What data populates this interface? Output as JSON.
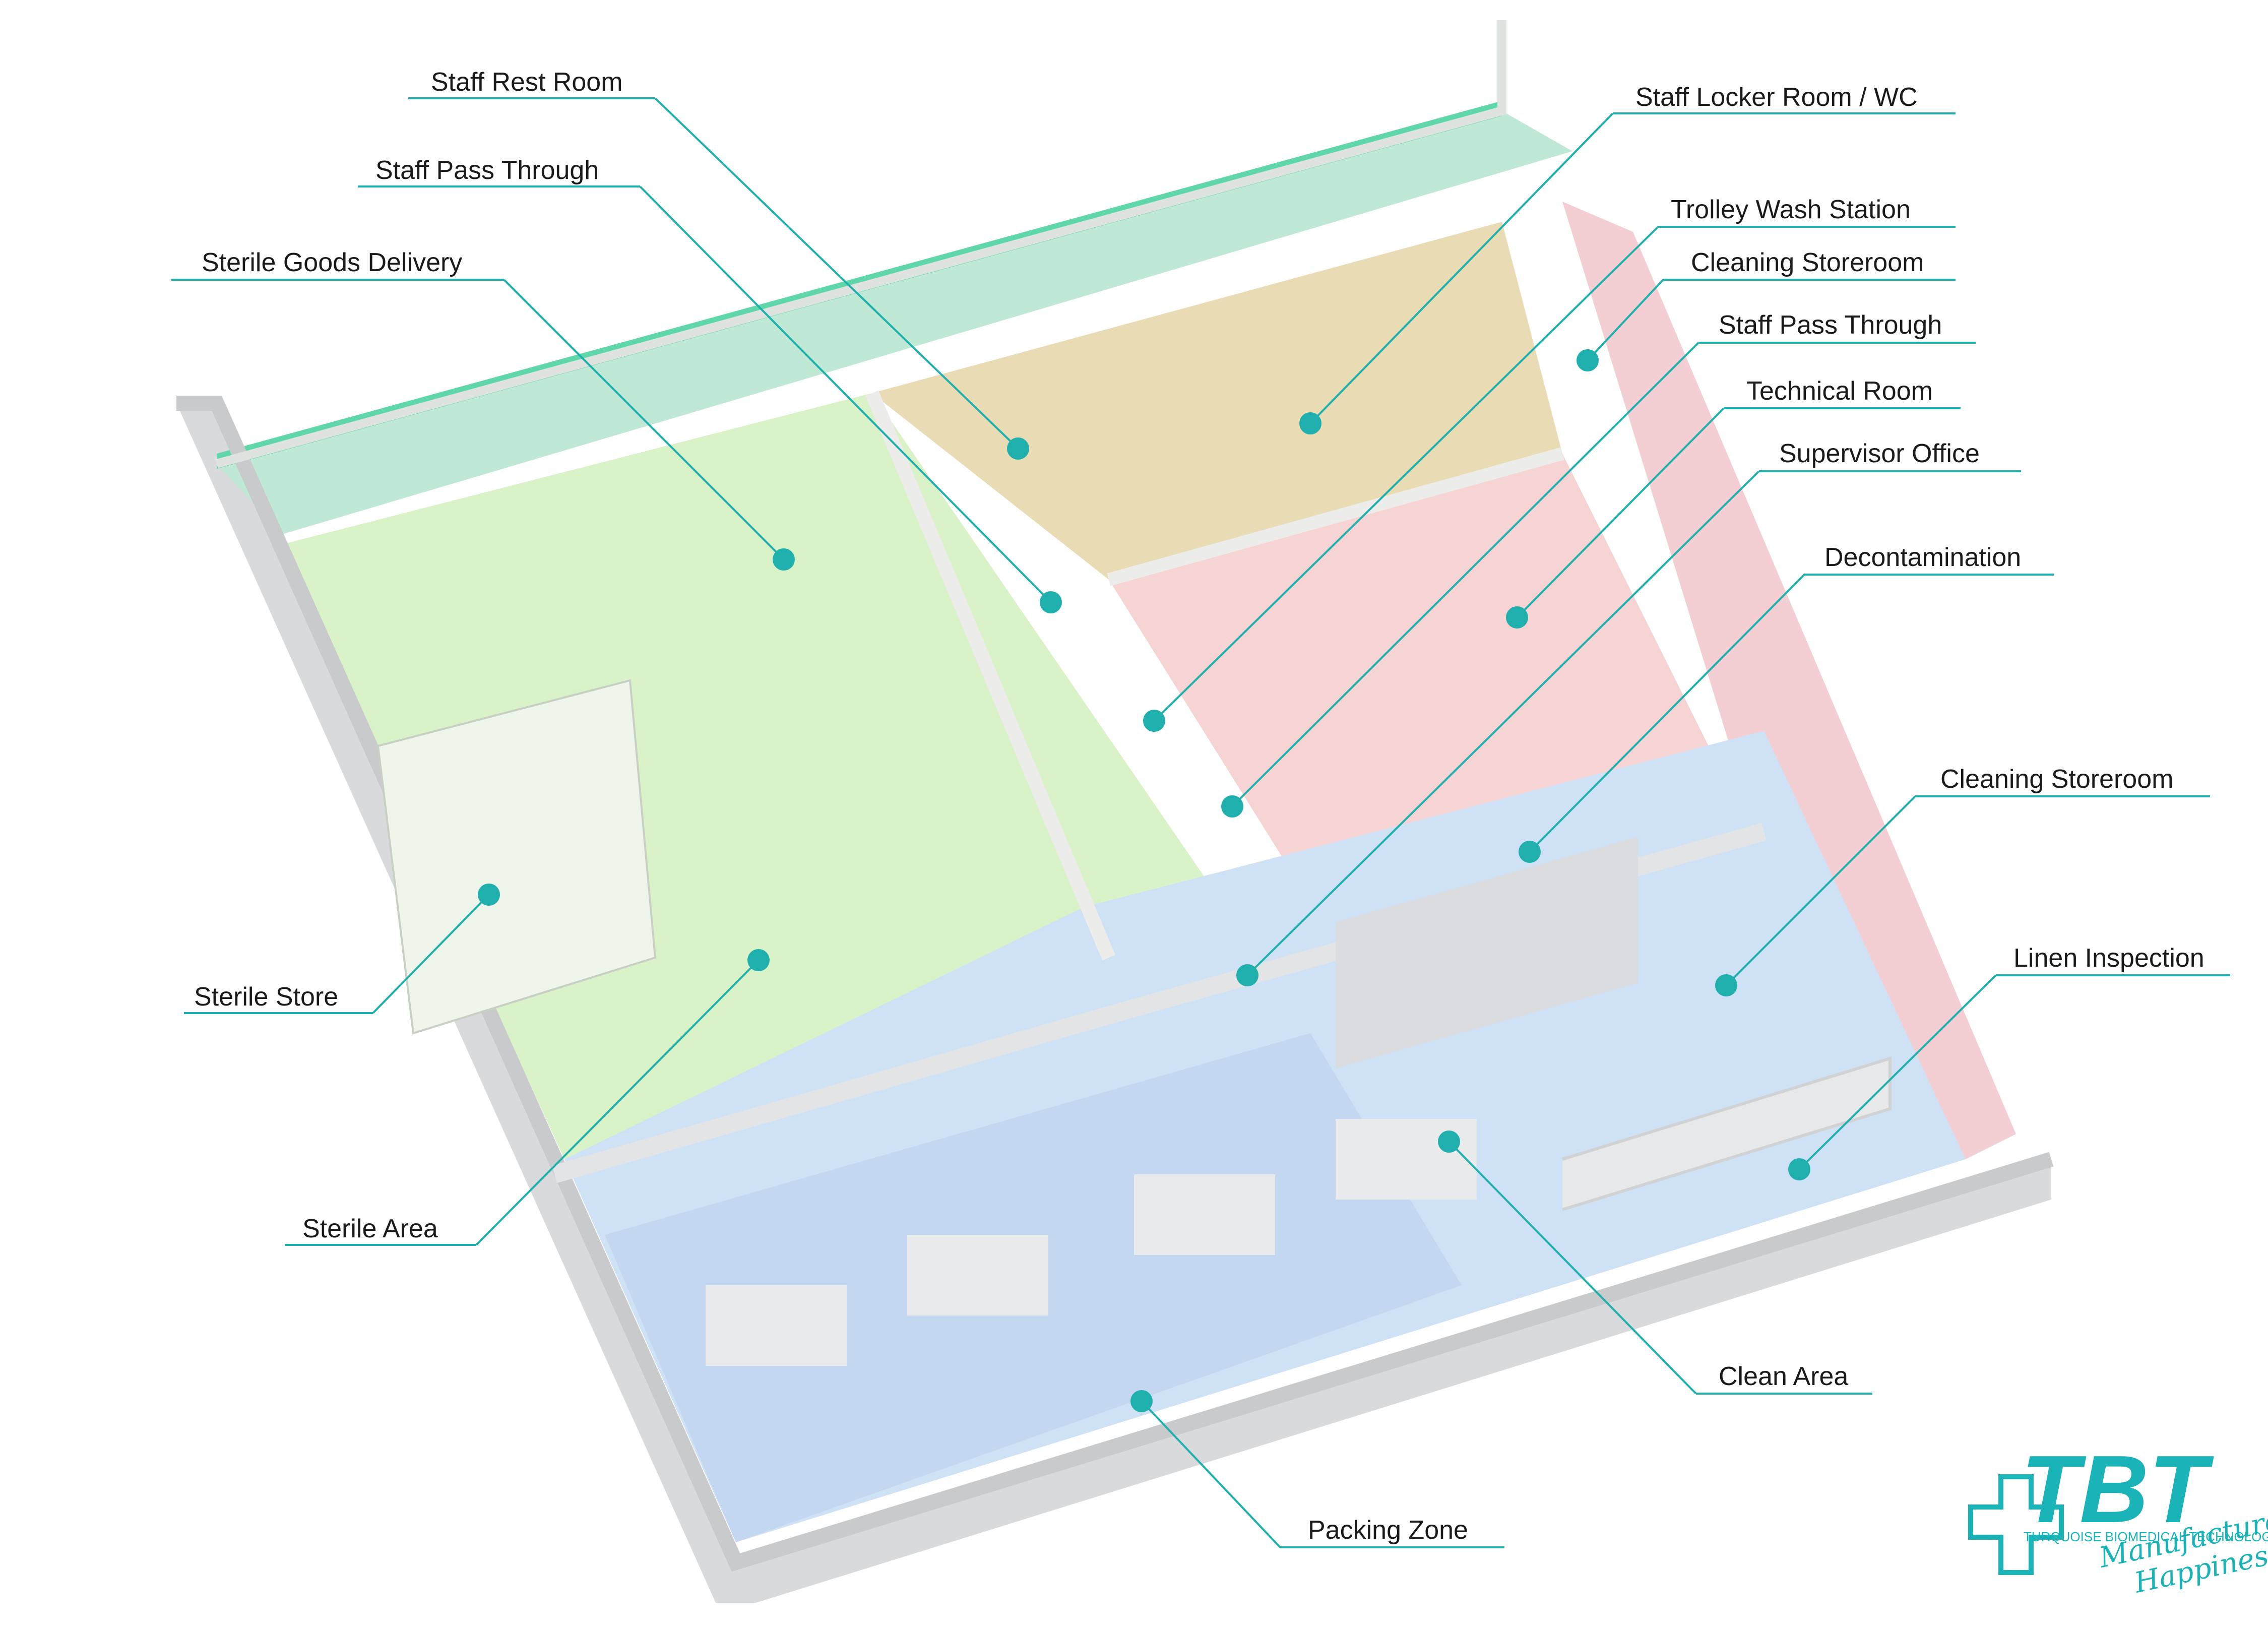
{
  "diagram": {
    "labels": {
      "staff_rest_room": "Staff Rest Room",
      "staff_pass_through_left": "Staff Pass Through",
      "sterile_goods_delivery": "Sterile Goods Delivery",
      "sterile_store": "Sterile Store",
      "sterile_area": "Sterile Area",
      "staff_locker_room": "Staff Locker Room / WC",
      "trolley_wash_station": "Trolley Wash Station",
      "cleaning_storeroom_top": "Cleaning Storeroom",
      "staff_pass_through_right": "Staff Pass Through",
      "technical_room": "Technical Room",
      "supervisor_office": "Supervisor Office",
      "decontamination": "Decontamination",
      "cleaning_storeroom_right": "Cleaning Storeroom",
      "linen_inspection": "Linen Inspection",
      "clean_area": "Clean Area",
      "packing_zone": "Packing Zone"
    },
    "zone_colors": {
      "sterile": "#d9f2c8",
      "decontamination": "#f6d4d4",
      "clean": "#cfe1f5",
      "staff": "#e9dcb4",
      "corridor": "#bfe9d4",
      "accent": "#1fb0ae"
    }
  },
  "logo": {
    "name": "TBT",
    "company": "TURQUOISE BIOMEDICAL TECHNOLOGIES",
    "tagline_line1": "Manufactures",
    "tagline_line2": "Happiness! :-)"
  }
}
